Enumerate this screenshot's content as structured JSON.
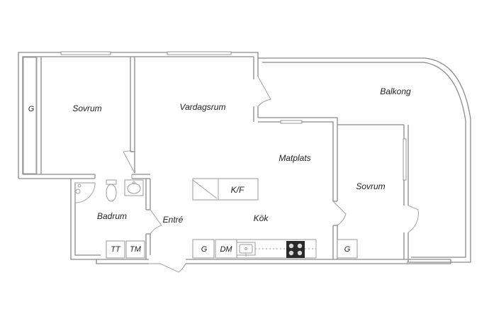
{
  "rooms": {
    "sovrum_left": "Sovrum",
    "vardagsrum": "Vardagsrum",
    "balkong": "Balkong",
    "matplats": "Matplats",
    "sovrum_right": "Sovrum",
    "badrum": "Badrum",
    "entre": "Entré",
    "kok": "Kök"
  },
  "fixtures": {
    "closet_left": "G",
    "island": "K/F",
    "tt": "TT",
    "tm": "TM",
    "kitchen_g": "G",
    "dm": "DM",
    "closet_right": "G"
  }
}
